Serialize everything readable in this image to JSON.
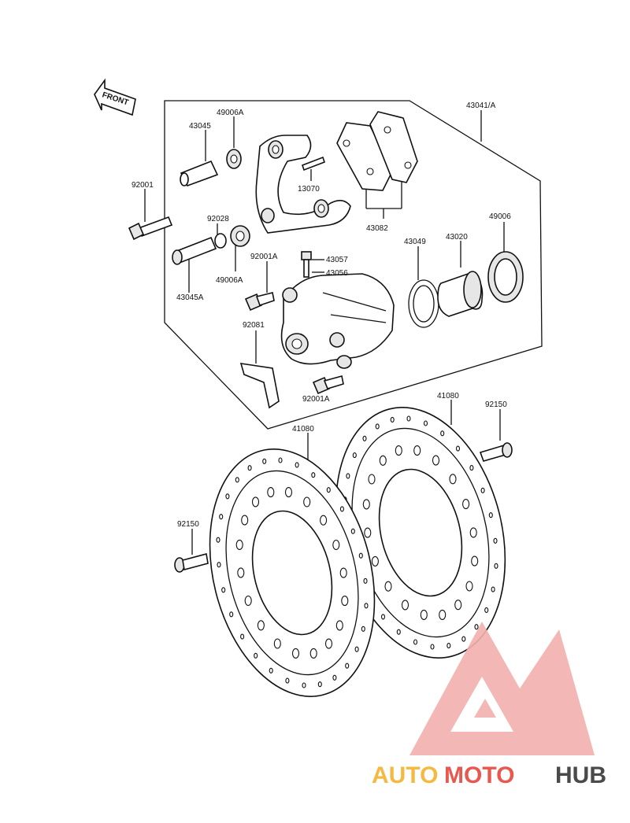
{
  "front_marker": "FRONT",
  "parts": [
    {
      "num": "43041/A"
    },
    {
      "num": "49006A"
    },
    {
      "num": "43045"
    },
    {
      "num": "92001"
    },
    {
      "num": "92028"
    },
    {
      "num": "13070"
    },
    {
      "num": "43082"
    },
    {
      "num": "49006"
    },
    {
      "num": "43049"
    },
    {
      "num": "43020"
    },
    {
      "num": "49006A"
    },
    {
      "num": "43045A"
    },
    {
      "num": "92001A"
    },
    {
      "num": "43057"
    },
    {
      "num": "43056"
    },
    {
      "num": "92081"
    },
    {
      "num": "92001A"
    },
    {
      "num": "41080"
    },
    {
      "num": "92150"
    },
    {
      "num": "41080"
    },
    {
      "num": "92150"
    }
  ],
  "watermark": {
    "part1": "AUTO",
    "part2": "MOTO",
    "part3": "HUB",
    "colors": [
      "#f5b942",
      "#e8584f",
      "#4a4a4a"
    ]
  }
}
